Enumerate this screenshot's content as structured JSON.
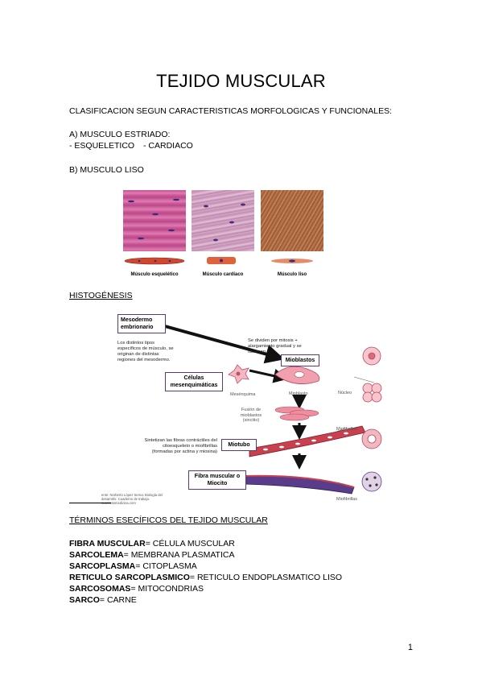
{
  "title": "TEJIDO MUSCULAR",
  "classification_heading": "CLASIFICACION SEGUN CARACTERISTICAS MORFOLOGICAS Y FUNCIONALES:",
  "section_a": {
    "heading": "A) MUSCULO ESTRIADO:",
    "items": [
      "- ESQUELETICO",
      "- CARDIACO"
    ]
  },
  "section_b": {
    "heading": "B) MUSCULO LISO"
  },
  "figure1": {
    "captions": [
      "Músculo esquelético",
      "Músculo cardíaco",
      "Músculo liso"
    ]
  },
  "histogenesis": {
    "heading": "HISTOGÉNESIS",
    "boxes": {
      "mesodermo": "Mesodermo embrionario",
      "celulas": "Células mesenquimáticas",
      "mioblastos": "Mioblastos",
      "miotubo": "Miotubo",
      "fibra": "Fibra muscular o Miocito"
    },
    "notes": {
      "origen": "Los distintos tipos específicos de músculo, se originan de distintas regiones del mesodermo.",
      "dividen": "Se dividen por mitosis + alargamiento gradual y se fusionan.",
      "sintetizan": "Sintetizan las fibras contráctiles del citoesqueleto o miofibrillas (formadas por actina y miosina)"
    },
    "labels": {
      "mesenquima": "Mesénquima",
      "mioblasto": "Mioblasto",
      "fusion": "Fusión de mioblastos (sincitio)",
      "nucleo": "Núcleo",
      "miofibrillas1": "Miofibrillas",
      "miofibrillas2": "Miofibrillas"
    },
    "source": "ente: Norberto López Serna: Biología del desarrollo. Cuaderno de trabajo. w.accessmedicina.com"
  },
  "terms": {
    "heading": "TÉRMINOS ESECÍFICOS DEL TEJIDO MUSCULAR",
    "items": [
      {
        "term": "FIBRA MUSCULAR",
        "definition": "= CÉLULA MUSCULAR"
      },
      {
        "term": "SARCOLEMA",
        "definition": "= MEMBRANA PLASMATICA"
      },
      {
        "term": "SARCOPLASMA",
        "definition": "= CITOPLASMA"
      },
      {
        "term": "RETICULO SARCOPLASMICO",
        "definition": "= RETICULO ENDOPLASMATICO LISO"
      },
      {
        "term": "SARCOSOMAS",
        "definition": "= MITOCONDRIAS"
      },
      {
        "term": "SARCO",
        "definition": "= CARNE"
      }
    ]
  },
  "page_number": "1"
}
